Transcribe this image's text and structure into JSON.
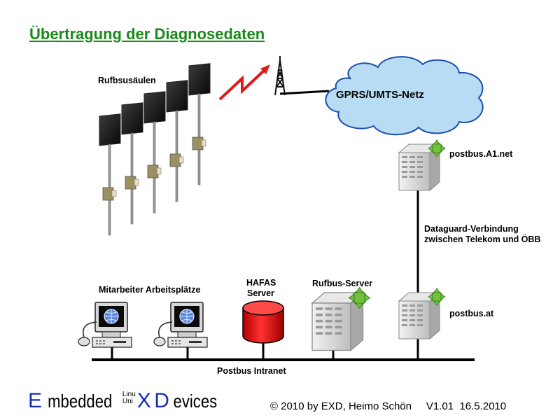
{
  "title": "Übertragung der Diagnosedaten",
  "labels": {
    "rufbus_saeulen": "Rufbsusäulen",
    "cloud": "GPRS/UMTS-Netz",
    "server_a1": "postbus.A1.net",
    "dataguard_line1": "Dataguard-Verbindung",
    "dataguard_line2": "zwischen Telekom und ÖBB",
    "workstations": "Mitarbeiter Arbeitsplätze",
    "hafas_line1": "HAFAS",
    "hafas_line2": "Server",
    "rufbus_server": "Rufbus-Server",
    "server_postbus_at": "postbus.at",
    "intranet": "Postbus Intranet"
  },
  "footer": {
    "copyright": "© 2010 by EXD, Heimo Schön     V1.01  16.5.2010"
  },
  "logo": {
    "part1": "E",
    "part2": "mbedded",
    "linux_top": "Linu",
    "linux_bottom": "Uni",
    "part3": "X",
    "part4": "D",
    "part5": "evices"
  },
  "colors": {
    "title": "#1a8a1a",
    "cloud_fill": "#b8dcf4",
    "cloud_stroke": "#1a4fa8",
    "hafas_cylinder": "#e01818",
    "lightning": "#e01818",
    "logo_accent": "#1a2fb0"
  }
}
